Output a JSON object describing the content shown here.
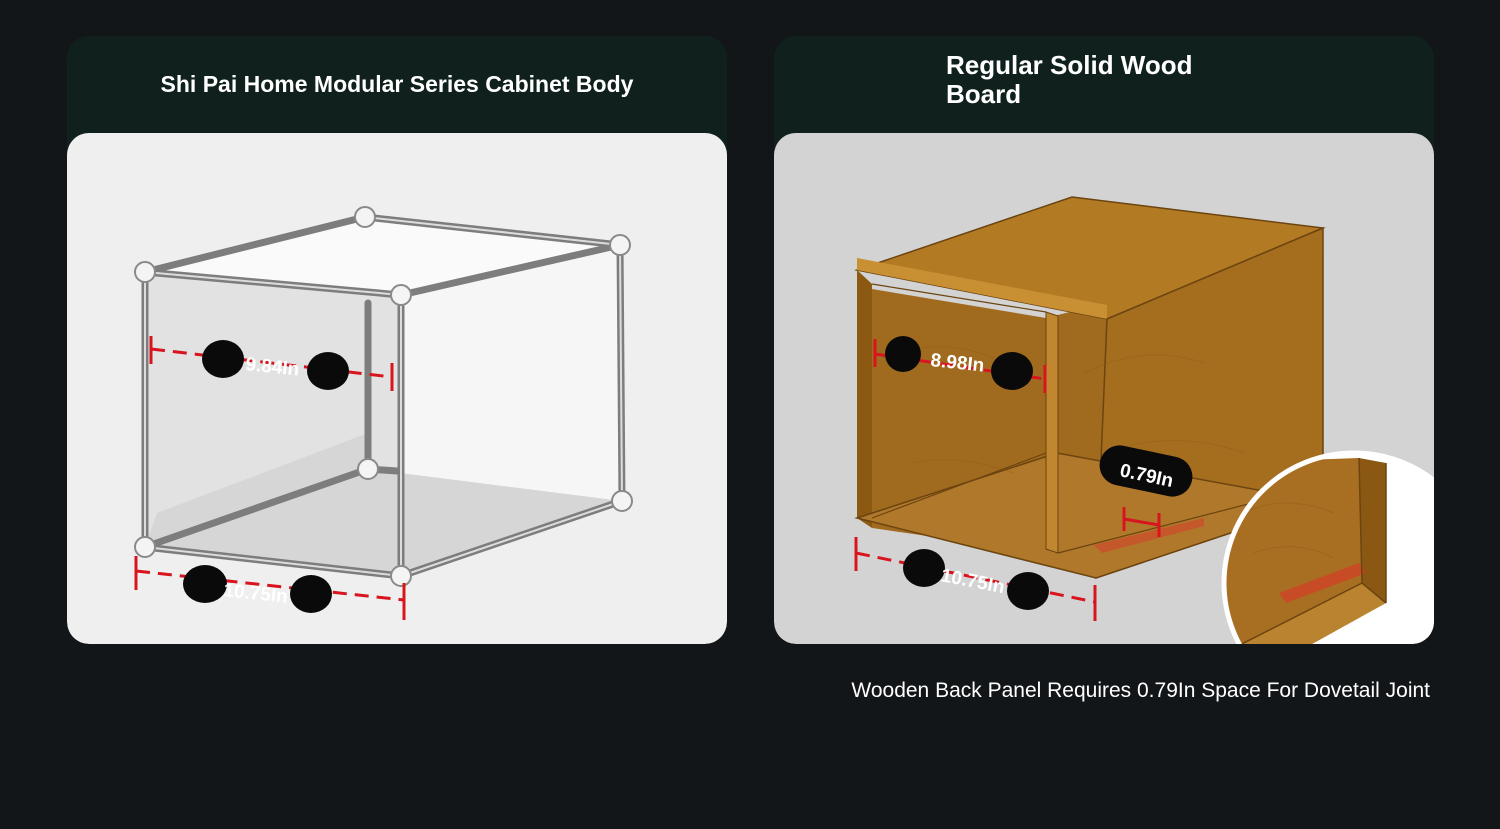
{
  "left_panel": {
    "title": "Shi Pai Home Modular Series Cabinet Body",
    "dimensions": {
      "width": "9.84In",
      "depth": "10.75In"
    }
  },
  "right_panel": {
    "title": "Regular Solid Wood Board",
    "dimensions": {
      "width": "8.98In",
      "depth": "10.75In",
      "gap": "0.79In"
    }
  },
  "caption": "Wooden Back Panel Requires 0.79In Space For Dovetail Joint",
  "colors": {
    "page_background": "#121619",
    "card_header": "#10211d",
    "dimension_line": "#d8141e",
    "wood": "#a6701c"
  }
}
